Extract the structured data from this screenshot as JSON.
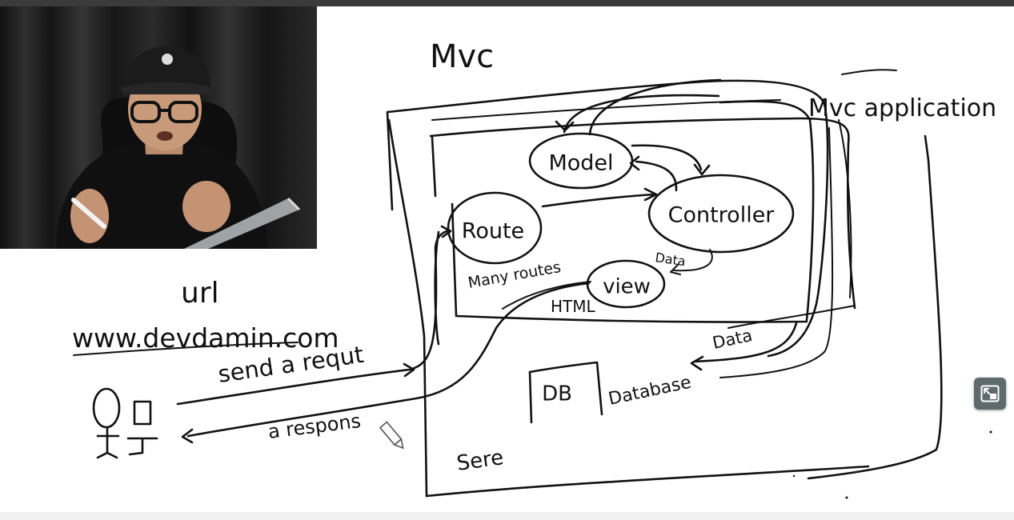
{
  "diagram": {
    "title": "Mvc",
    "app_label": "Mvc application",
    "nodes": {
      "model": "Model",
      "controller": "Controller",
      "route": "Route",
      "view": "view",
      "db": "DB"
    },
    "labels": {
      "url": "url",
      "website": "www.devdamin.com",
      "send_request": "send a requt",
      "response": "a respons",
      "many_routes": "Many routes",
      "html": "HTML",
      "data_view": "Data",
      "data_db": "Data",
      "database": "Database",
      "server": "Sere"
    }
  },
  "controls": {
    "pip_icon": "picture-in-picture-exit-icon"
  },
  "colors": {
    "ink": "#111111",
    "background": "#ffffff",
    "top_bar": "#3b3b3b",
    "pip_button": "#5f6a6e"
  }
}
